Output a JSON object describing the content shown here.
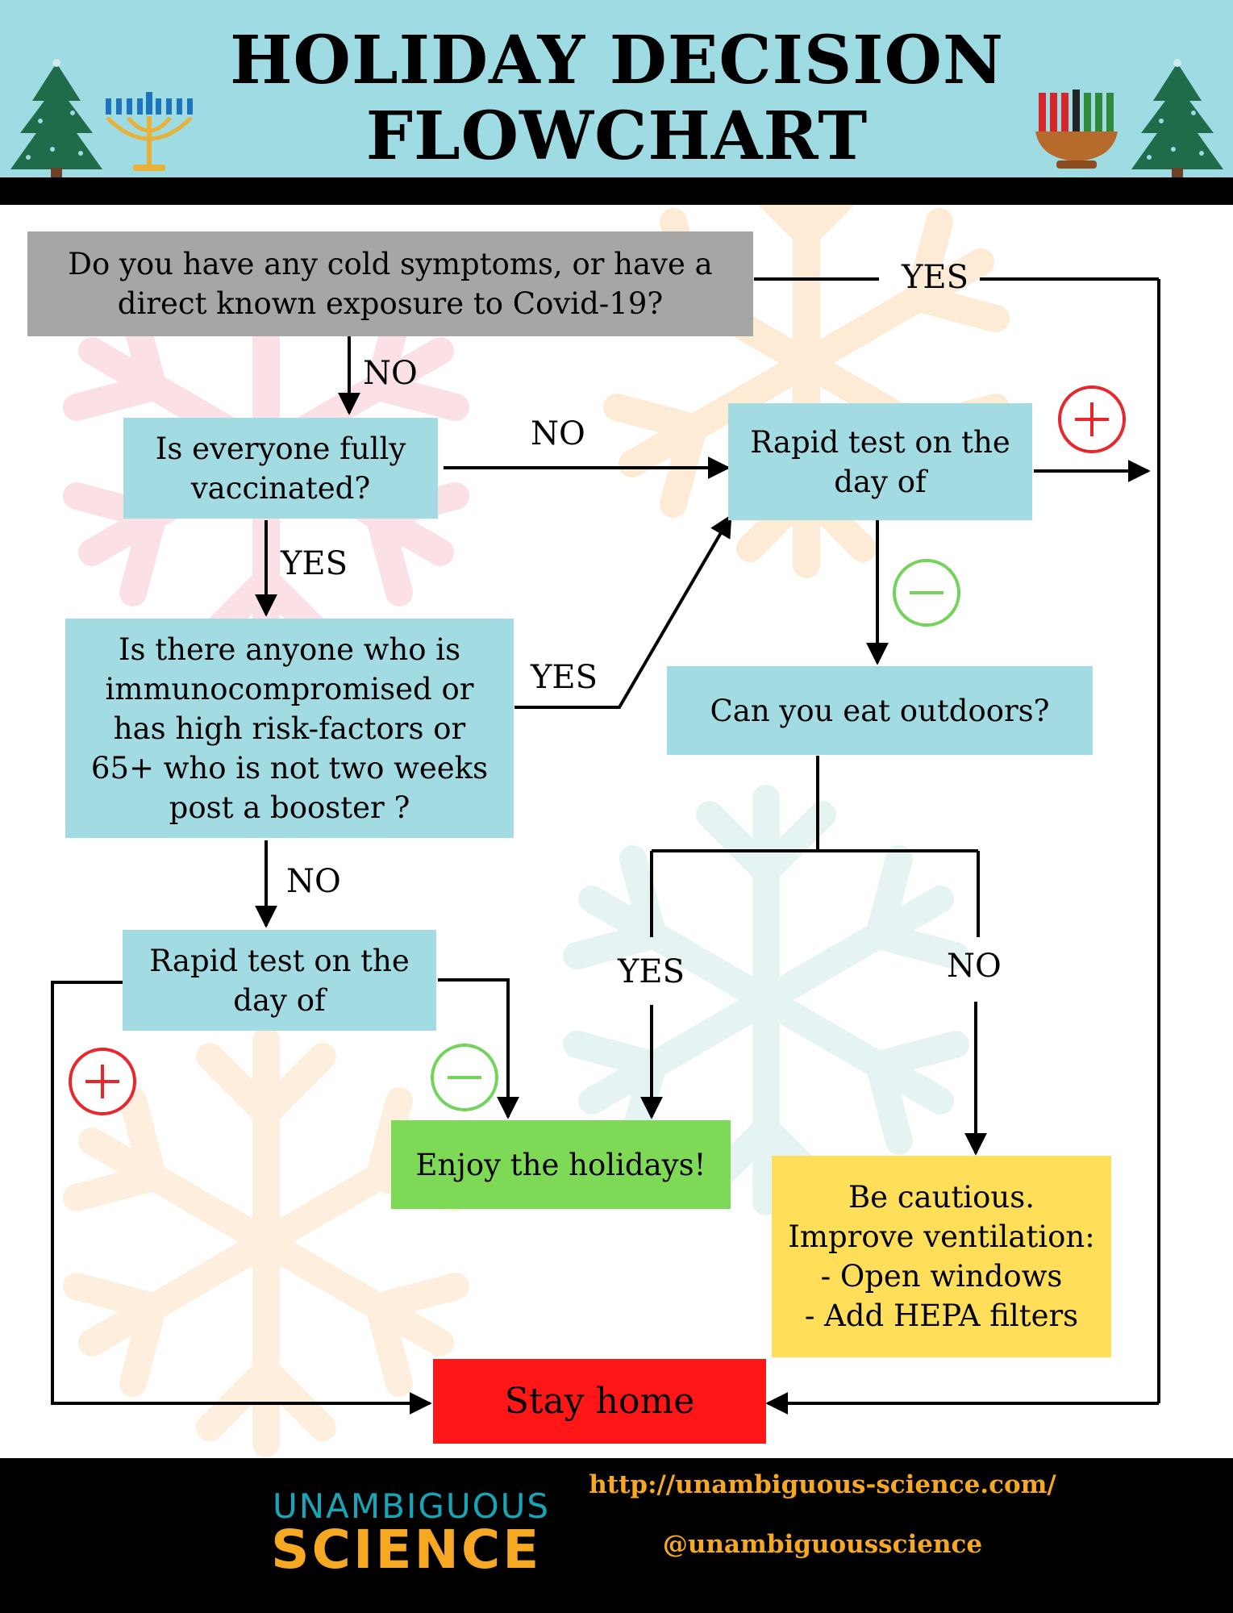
{
  "header": {
    "title_line1": "HOLIDAY DECISION",
    "title_line2": "FLOWCHART",
    "decorations": [
      "christmas-tree-icon",
      "menorah-icon",
      "kinara-icon",
      "christmas-tree-icon"
    ]
  },
  "nodes": {
    "q_symptoms": "Do you have any cold symptoms, or have a direct known exposure to Covid-19?",
    "q_vaccinated": "Is everyone fully vaccinated?",
    "q_immuno": "Is there anyone who is immunocompromised or has high risk-factors or 65+ who is not two weeks post  a booster ?",
    "rapid_test_right": "Rapid test on the day of",
    "rapid_test_left": "Rapid test on the day of",
    "q_outdoors": "Can you eat outdoors?",
    "enjoy": "Enjoy the holidays!",
    "cautious_line1": "Be cautious.",
    "cautious_line2": "Improve ventilation:",
    "cautious_line3": "- Open windows",
    "cautious_line4": "- Add HEPA filters",
    "stay_home": "Stay home"
  },
  "edge_labels": {
    "symptoms_yes": "YES",
    "symptoms_no": "NO",
    "vaccinated_no": "NO",
    "vaccinated_yes": "YES",
    "immuno_yes": "YES",
    "immuno_no": "NO",
    "outdoors_yes": "YES",
    "outdoors_no": "NO"
  },
  "footer": {
    "logo_line1": "UNAMBIGUOUS",
    "logo_line2": "SCIENCE",
    "url": "http://unambiguous-science.com/",
    "handle": "@unambiguousscience"
  },
  "colors": {
    "header_bg": "#9edbe2",
    "question_gray": "#a6a6a6",
    "step_cyan": "#a3dbe3",
    "enjoy_green": "#7ed957",
    "caution_yellow": "#ffde59",
    "stay_red": "#ff1616",
    "positive_red": "#e8262c",
    "negative_green": "#74d35b",
    "footer_orange": "#f7a823",
    "footer_teal": "#17a5b8"
  }
}
